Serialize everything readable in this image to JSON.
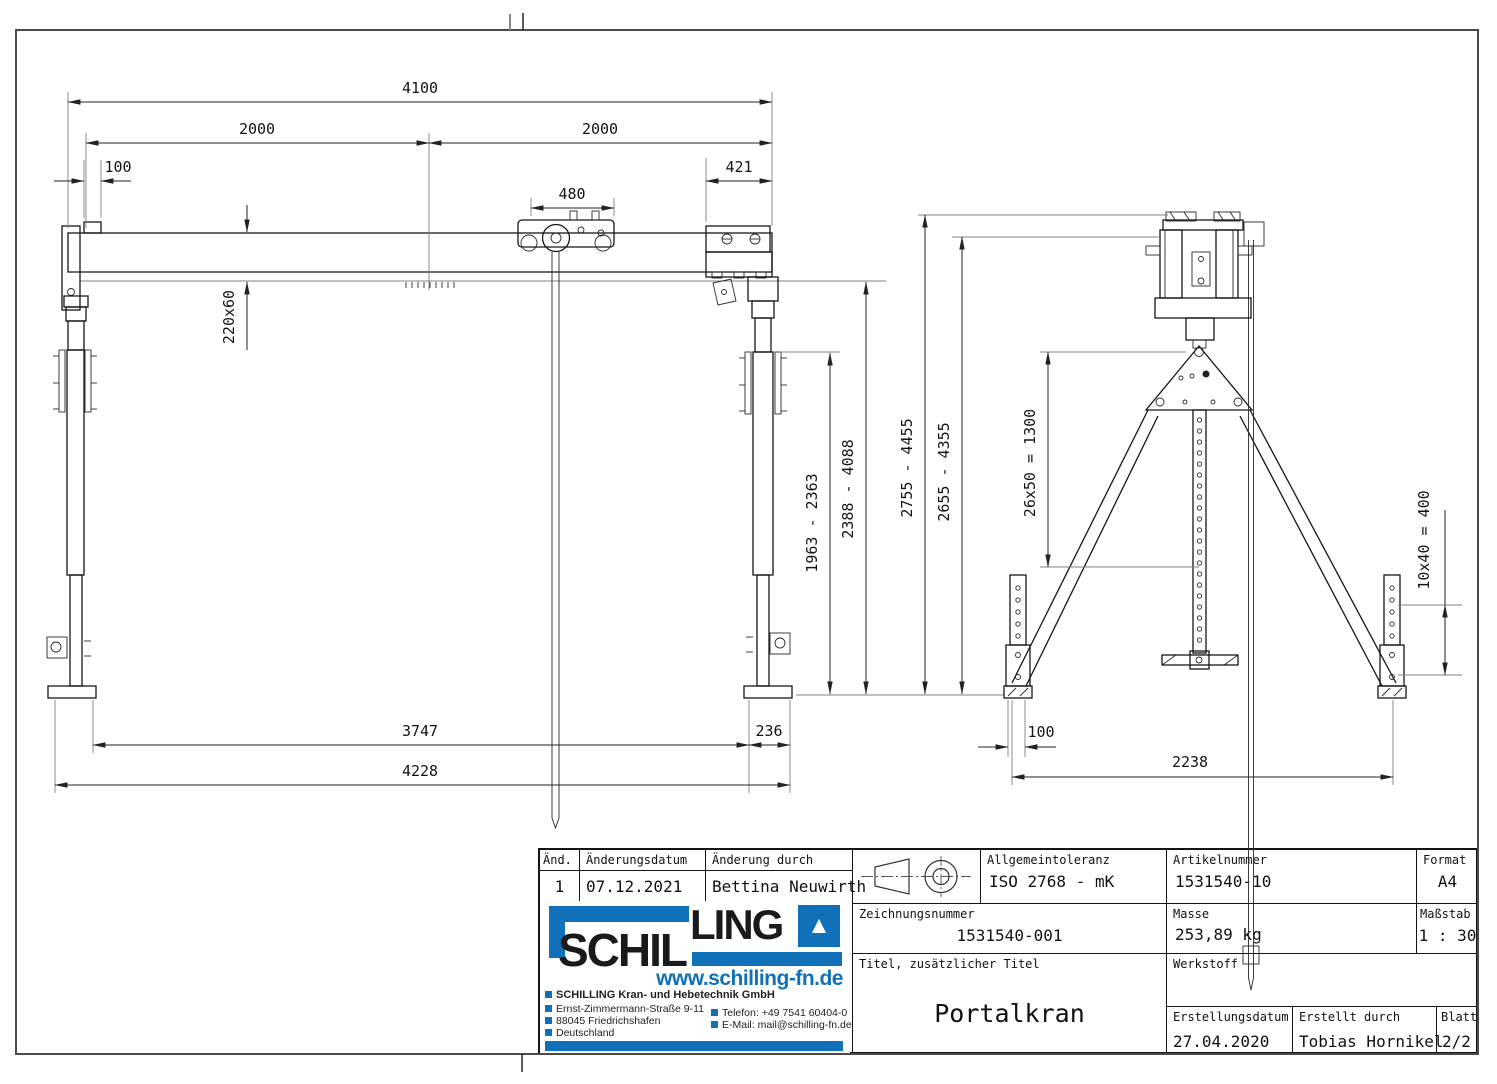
{
  "dims": {
    "front": {
      "total_width": "4100",
      "left_half": "2000",
      "right_half": "2000",
      "end_offset": "100",
      "trolley_width": "480",
      "bracket_width": "421",
      "beam_section": "220x60",
      "clear_height": "1963 - 2363",
      "hook_range": "2388 - 4088",
      "inner_span": "3747",
      "foot_offset": "236",
      "outer_span": "4228"
    },
    "side": {
      "overall_height": "2755 - 4455",
      "secondary_height": "2655 - 4355",
      "mast_adjust": "26x50 = 1300",
      "leg_adjust": "10x40 = 400",
      "foot_offset": "100",
      "base_width": "2238"
    }
  },
  "title_block": {
    "revision": {
      "col_rev": "Änd.",
      "col_date": "Änderungsdatum",
      "col_by": "Änderung durch",
      "rev": "1",
      "date": "07.12.2021",
      "by": "Bettina Neuwirth"
    },
    "tolerance": {
      "label": "Allgemeintoleranz",
      "value": "ISO 2768 - mK"
    },
    "article": {
      "label": "Artikelnummer",
      "value": "1531540-10"
    },
    "format": {
      "label": "Format",
      "value": "A4"
    },
    "drawing_number": {
      "label": "Zeichnungsnummer",
      "value": "1531540-001"
    },
    "mass": {
      "label": "Masse",
      "value": "253,89 kg"
    },
    "scale": {
      "label": "Maßstab",
      "value": "1 : 30"
    },
    "title": {
      "label": "Titel, zusätzlicher Titel",
      "value": "Portalkran"
    },
    "material": {
      "label": "Werkstoff",
      "value": ""
    },
    "created_date": {
      "label": "Erstellungsdatum",
      "value": "27.04.2020"
    },
    "created_by": {
      "label": "Erstellt durch",
      "value": "Tobias Hornikel"
    },
    "sheet": {
      "label": "Blatt",
      "value": "2/2"
    }
  },
  "logo": {
    "brand_part1": "SCHIL",
    "brand_part2": "LING",
    "triangle": "▲",
    "url": "www.schilling-fn.de",
    "company": "SCHILLING Kran- und Hebetechnik GmbH",
    "address1": "Ernst-Zimmermann-Straße 9-11",
    "address2": "88045 Friedrichshafen",
    "address3": "Deutschland",
    "phone": "Telefon: +49 7541 60404-0",
    "email": "E-Mail: mail@schilling-fn.de"
  },
  "colors": {
    "brand_blue": "#1070B8",
    "line": "#141414"
  }
}
